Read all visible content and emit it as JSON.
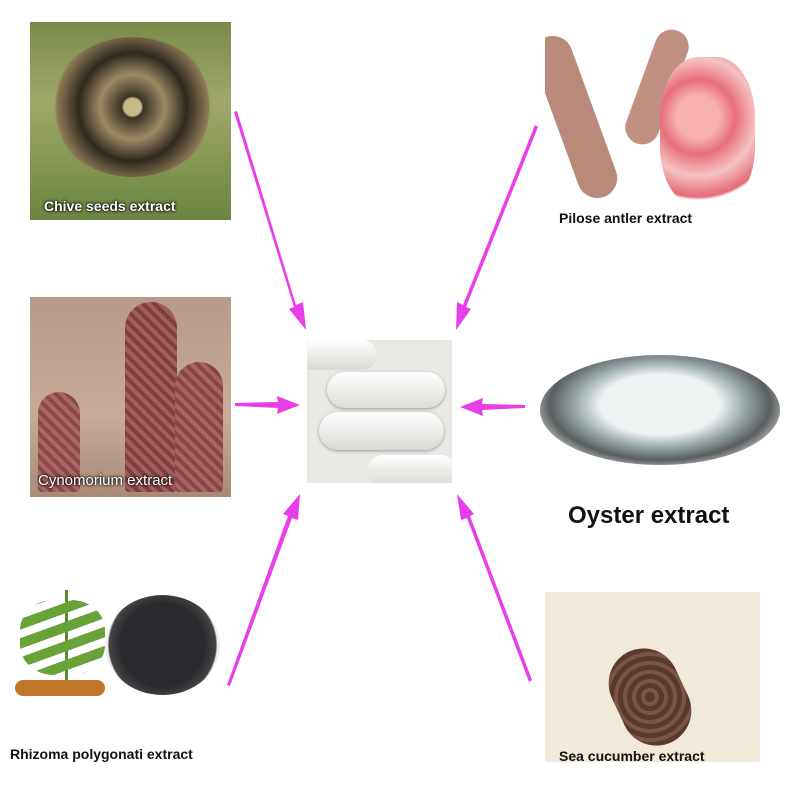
{
  "items": {
    "chive": {
      "label": "Chive seeds extract"
    },
    "antler": {
      "label": "Pilose antler extract"
    },
    "cynomorium": {
      "label": "Cynomorium extract"
    },
    "oyster": {
      "label": "Oyster extract"
    },
    "rhizoma": {
      "label": "Rhizoma polygonati extract"
    },
    "sea_cucumber": {
      "label": "Sea cucumber extract"
    }
  },
  "center": {
    "name": "capsules"
  },
  "colors": {
    "arrow": "#e83ee8"
  }
}
